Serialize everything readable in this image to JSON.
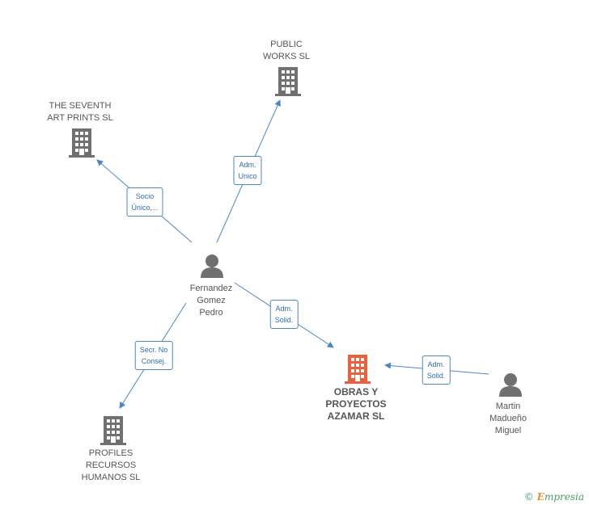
{
  "colors": {
    "edge": "#4a86c8",
    "company": "#707070",
    "main_company": "#e8603c",
    "person": "#707070"
  },
  "nodes": {
    "public_works": {
      "label": "PUBLIC\nWORKS SL"
    },
    "seventh_art": {
      "label": "THE SEVENTH\nART PRINTS SL"
    },
    "fernandez": {
      "label": "Fernandez\nGomez\nPedro"
    },
    "obras": {
      "label": "OBRAS Y\nPROYECTOS\nAZAMAR SL"
    },
    "martin": {
      "label": "Martin\nMadueño\nMiguel"
    },
    "profiles": {
      "label": "PROFILES\nRECURSOS\nHUMANOS SL"
    }
  },
  "edges": {
    "to_public_works": "Adm.\nUnico",
    "to_seventh_art": "Socio\nÚnico,...",
    "to_obras_from_fernandez": "Adm.\nSolid.",
    "to_obras_from_martin": "Adm.\nSolid.",
    "to_profiles": "Secr.  No\nConsej."
  },
  "footer": {
    "copyright": "©",
    "brand_e": "E",
    "brand_rest": "mpresia"
  }
}
